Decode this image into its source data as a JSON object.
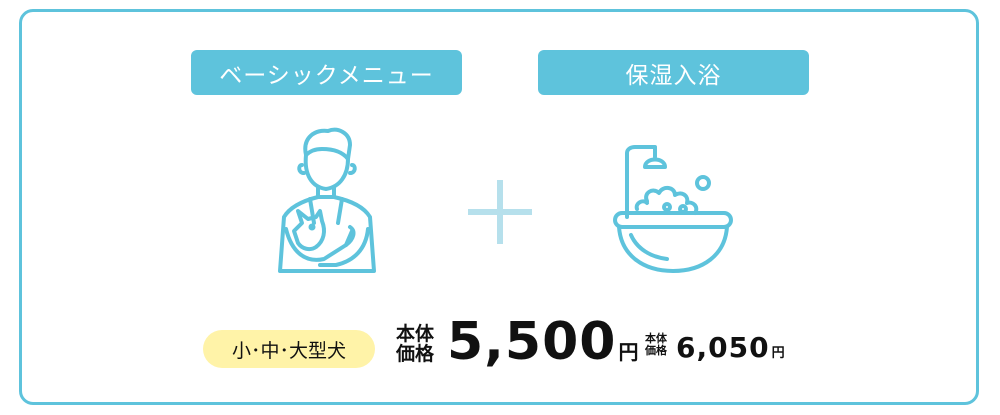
{
  "menu": {
    "basic_label": "ベーシックメニュー",
    "bath_label": "保湿入浴"
  },
  "icons": {
    "left": "groomer-holding-dog-icon",
    "middle": "plus-icon",
    "right": "bathtub-shower-icon",
    "stroke_color": "#5ec3dc"
  },
  "pricing": {
    "size_label": "小･中･大型犬",
    "base_label_line1": "本体",
    "base_label_line2": "価格",
    "base_price": "5,500",
    "base_unit": "円",
    "tax_label_line1": "本体",
    "tax_label_line2": "価格",
    "tax_price": "6,050",
    "tax_unit": "円"
  },
  "colors": {
    "accent": "#5ec3dc",
    "badge": "#fff3a8"
  }
}
